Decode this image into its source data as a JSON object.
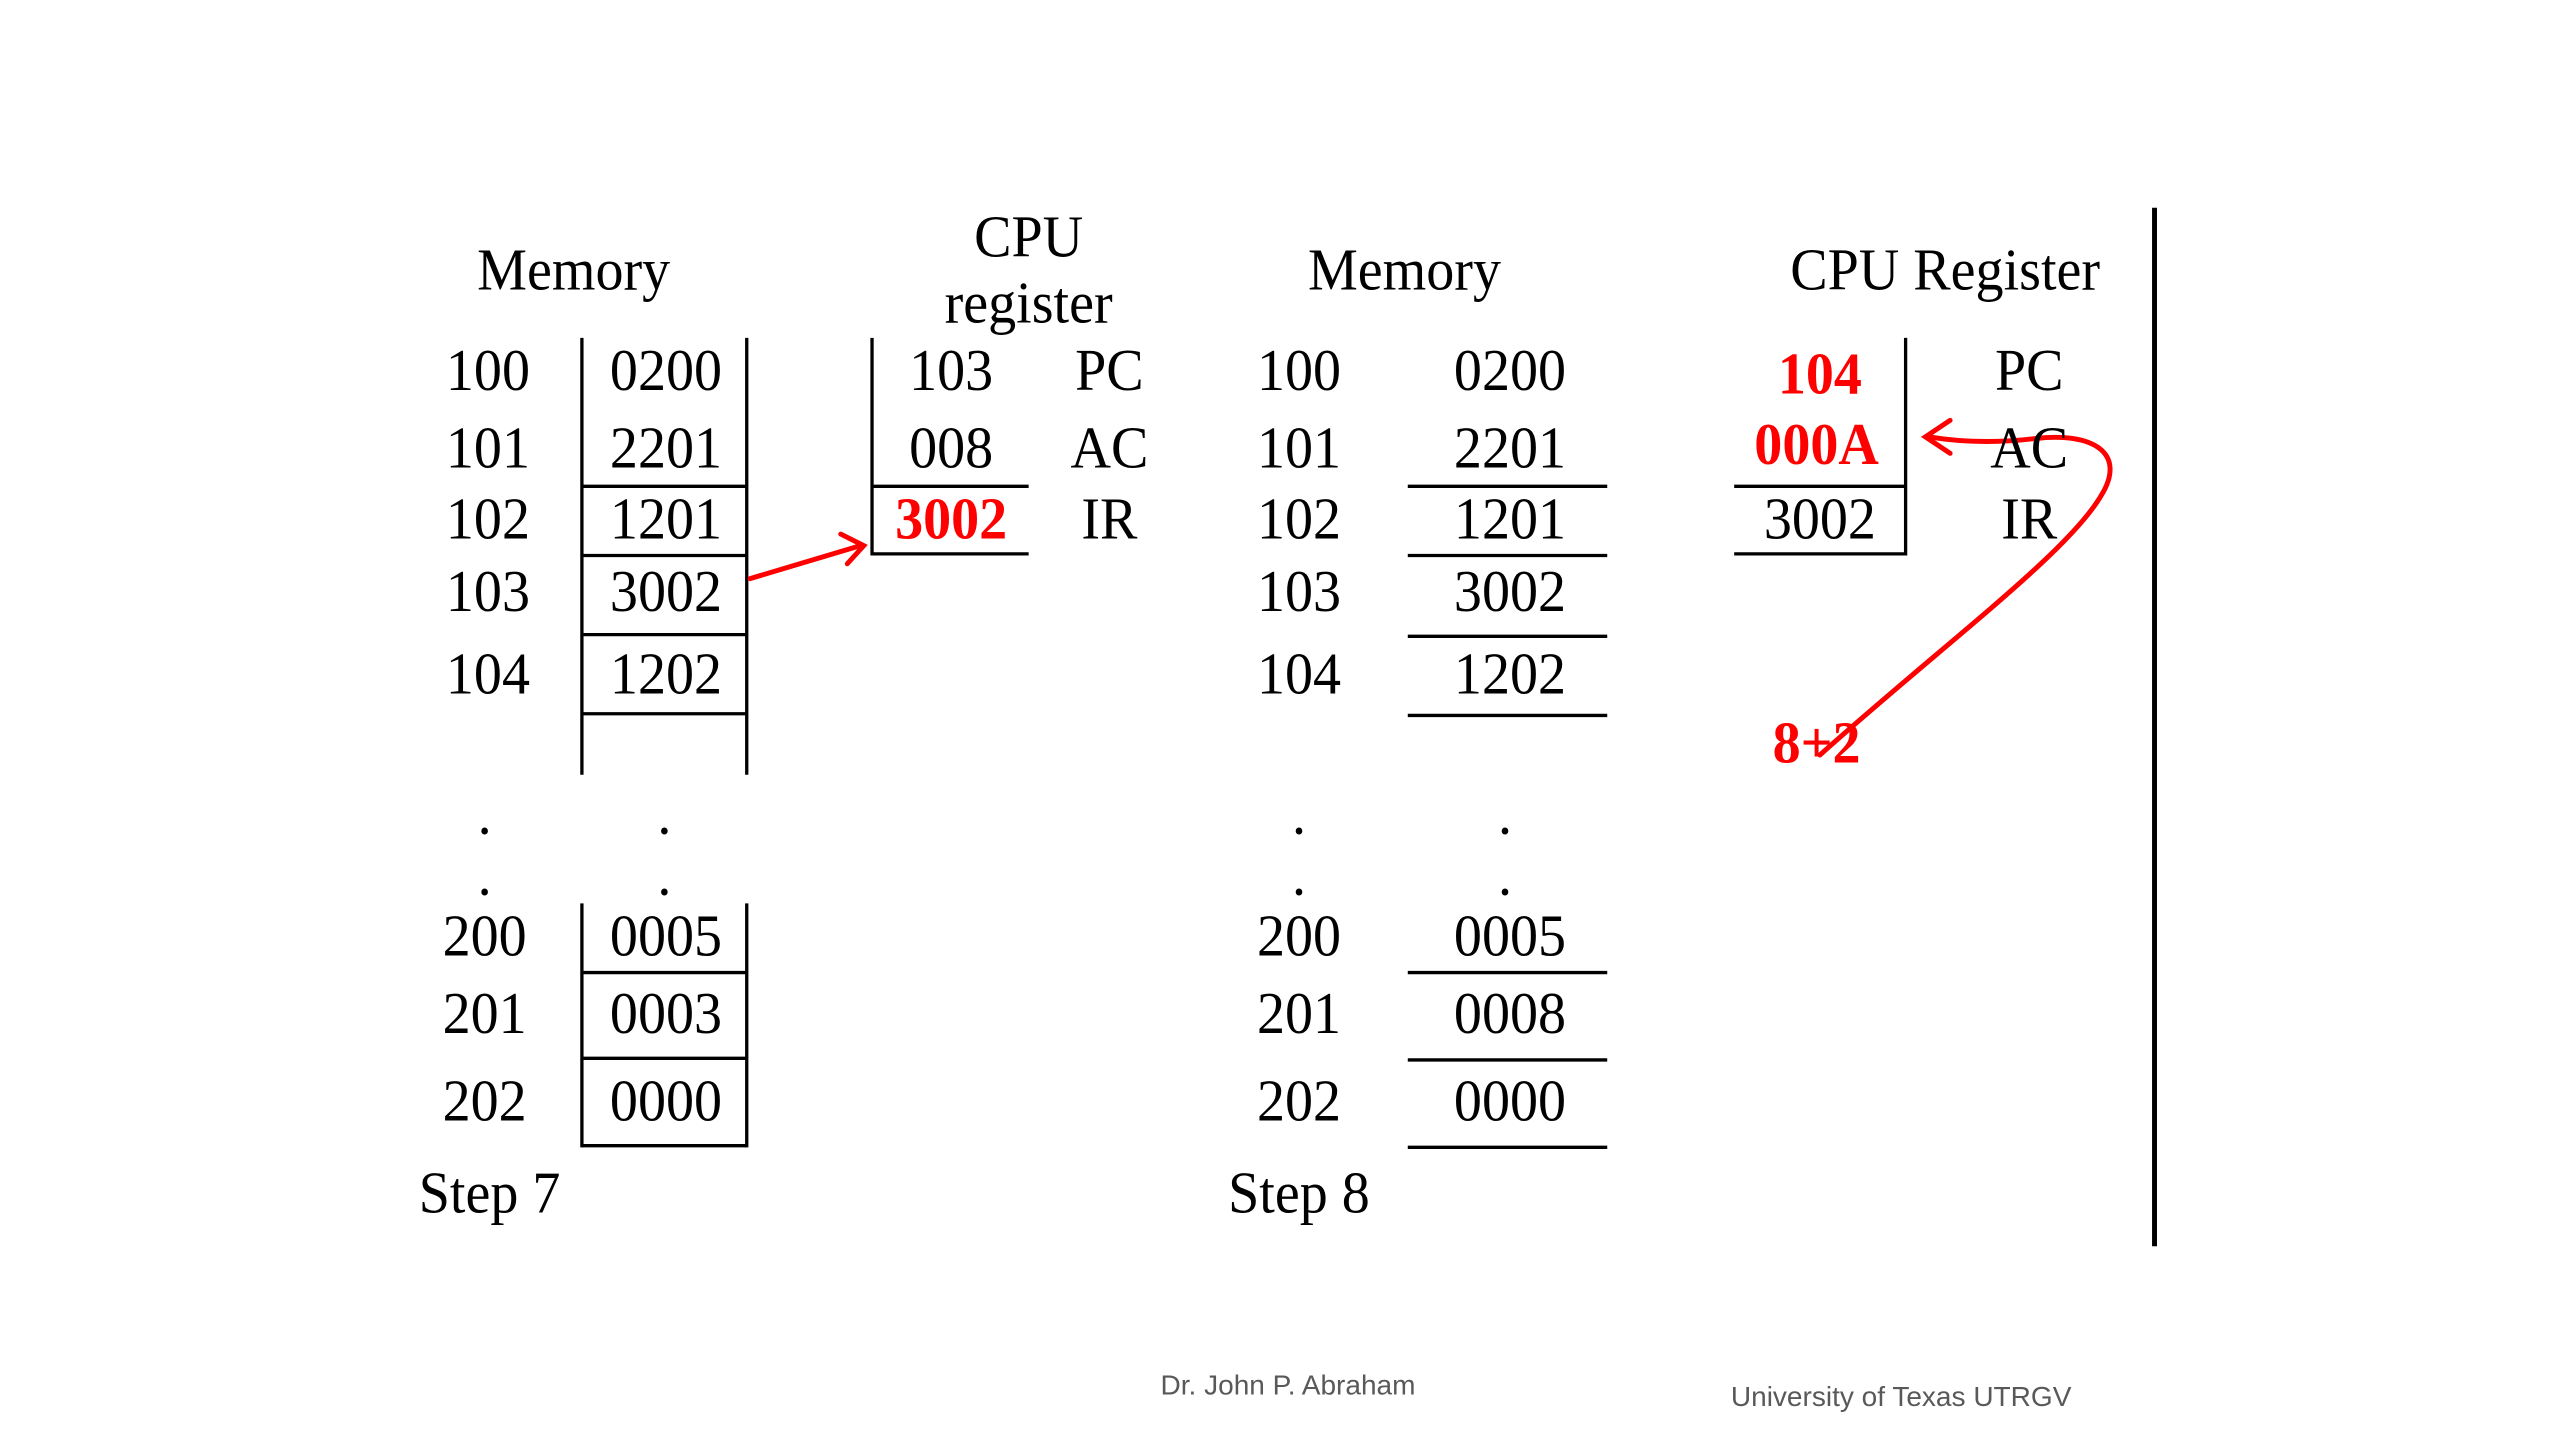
{
  "step7": {
    "memory_title": "Memory",
    "cpu_title_line1": "CPU",
    "cpu_title_line2": "register",
    "addresses": [
      "100",
      "101",
      "102",
      "103",
      "104",
      "200",
      "201",
      "202"
    ],
    "values": [
      "0200",
      "2201",
      "1201",
      "3002",
      "1202",
      "0005",
      "0003",
      "0000"
    ],
    "dots": ".",
    "registers": [
      {
        "value": "103",
        "name": "PC"
      },
      {
        "value": "008",
        "name": "AC"
      },
      {
        "value": "3002",
        "name": "IR"
      }
    ],
    "step_label": "Step 7"
  },
  "step8": {
    "memory_title": "Memory",
    "cpu_title": "CPU Register",
    "addresses": [
      "100",
      "101",
      "102",
      "103",
      "104",
      "200",
      "201",
      "202"
    ],
    "values": [
      "0200",
      "2201",
      "1201",
      "3002",
      "1202",
      "0005",
      "0008",
      "0000"
    ],
    "dots": ".",
    "registers": [
      {
        "value": "104",
        "name": "PC"
      },
      {
        "value": "000A",
        "name": "AC"
      },
      {
        "value": "3002",
        "name": "IR"
      }
    ],
    "annotation": "8+2",
    "step_label": "Step 8"
  },
  "footer": {
    "author": "Dr. John P. Abraham",
    "institution": "University of Texas UTRGV"
  },
  "colors": {
    "highlight": "#ff0000",
    "text": "#000000",
    "footer": "#595959"
  }
}
